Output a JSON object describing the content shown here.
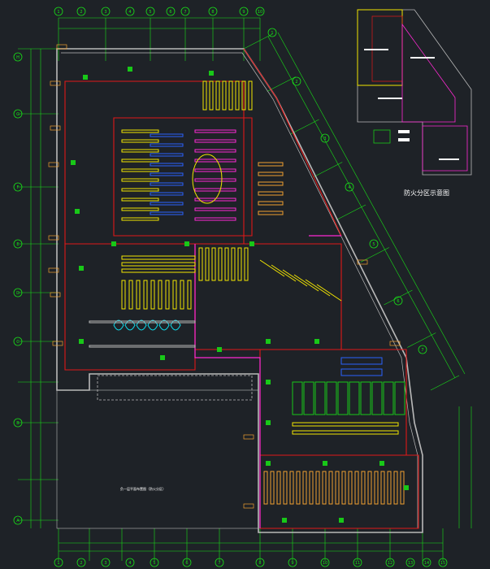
{
  "colors": {
    "background": "#1e2227",
    "grid_green": "#18e018",
    "wall_gray": "#b9b9b9",
    "fire_red": "#e01818",
    "shelf_yellow": "#f2e600",
    "shelf_blue": "#2a62ff",
    "shelf_magenta": "#ff2ad4",
    "zone_green": "#18c818",
    "cyan": "#10d8e8",
    "white": "#ffffff",
    "orange": "#f0a030"
  },
  "axis_labels": {
    "top": [
      "1",
      "2",
      "3",
      "4",
      "5",
      "6",
      "7",
      "8",
      "9",
      "10"
    ],
    "left": [
      "H",
      "G",
      "F",
      "E",
      "D",
      "C",
      "B",
      "A"
    ],
    "bottom": [
      "1",
      "2",
      "3",
      "4",
      "5",
      "6",
      "7",
      "8",
      "9",
      "10",
      "11",
      "12",
      "13",
      "14",
      "15"
    ],
    "right_diag": [
      "1",
      "2",
      "3",
      "4",
      "5",
      "6",
      "7"
    ]
  },
  "legend_title": "防火分区示意图",
  "plan_title": "负一层平面布置图（防火分区）",
  "icons": {
    "axis_bubble": "axis-bubble-icon",
    "equipment": "equipment-symbol-icon"
  }
}
